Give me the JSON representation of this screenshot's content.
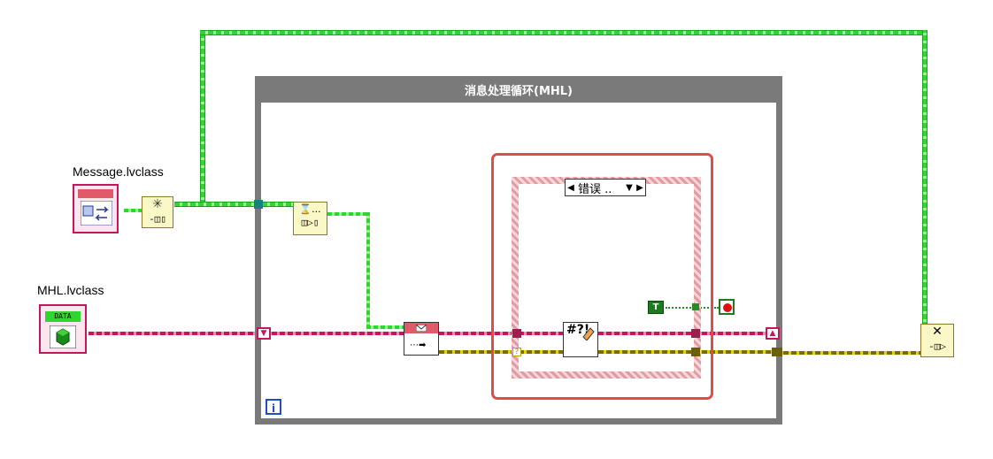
{
  "diagram": {
    "loop_title": "消息处理循环(MHL)",
    "iteration_terminal": "i",
    "case_selector_label": "错误 ..",
    "message_class_label": "Message.lvclass",
    "mhl_class_label": "MHL.lvclass",
    "data_label": "DATA",
    "bool_constant": "T",
    "glyph_asterisk": "✳",
    "glyph_hourglass": "⌛...",
    "glyph_release": "✕",
    "glyph_clear_error": "#?!",
    "shift_left_arrow": "▼",
    "shift_right_arrow": "▲",
    "colors": {
      "queue_wire": "#2fd62f",
      "class_wire": "#c2185b",
      "error_wire": "#c8b800",
      "loop_frame": "#7a7a7a",
      "case_frame": "#d0737c",
      "highlight": "#e04b4b"
    }
  }
}
